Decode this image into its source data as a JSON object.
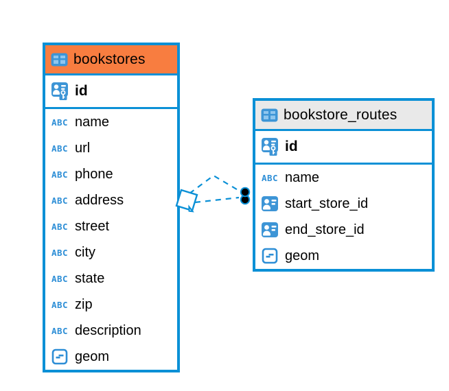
{
  "diagram": {
    "background_color": "#ffffff",
    "accent_color": "#0b90d6",
    "icon_blue": "#3d95d6",
    "icon_cell_blue": "#8fc6ee",
    "abc_icon_color": "#2d8ed6",
    "connector": {
      "line_style": "dashed",
      "line_color": "#0b90d6",
      "left_marker": "diamond-marker",
      "right_marker": "dot-markers",
      "dot_fill": "#000000"
    }
  },
  "tables": [
    {
      "id": "bookstores",
      "name": "bookstores",
      "header_color": "#f87d40",
      "key_columns": [
        {
          "name": "id",
          "icon": "primary-key-icon"
        }
      ],
      "columns": [
        {
          "name": "name",
          "icon": "text-type-icon"
        },
        {
          "name": "url",
          "icon": "text-type-icon"
        },
        {
          "name": "phone",
          "icon": "text-type-icon"
        },
        {
          "name": "address",
          "icon": "text-type-icon"
        },
        {
          "name": "street",
          "icon": "text-type-icon"
        },
        {
          "name": "city",
          "icon": "text-type-icon"
        },
        {
          "name": "state",
          "icon": "text-type-icon"
        },
        {
          "name": "zip",
          "icon": "text-type-icon"
        },
        {
          "name": "description",
          "icon": "text-type-icon"
        },
        {
          "name": "geom",
          "icon": "geometry-type-icon"
        }
      ]
    },
    {
      "id": "bookstore_routes",
      "name": "bookstore_routes",
      "header_color": "#e9e9e9",
      "key_columns": [
        {
          "name": "id",
          "icon": "primary-key-icon"
        }
      ],
      "columns": [
        {
          "name": "name",
          "icon": "text-type-icon"
        },
        {
          "name": "start_store_id",
          "icon": "foreign-key-icon"
        },
        {
          "name": "end_store_id",
          "icon": "foreign-key-icon"
        },
        {
          "name": "geom",
          "icon": "geometry-type-icon"
        }
      ]
    }
  ]
}
